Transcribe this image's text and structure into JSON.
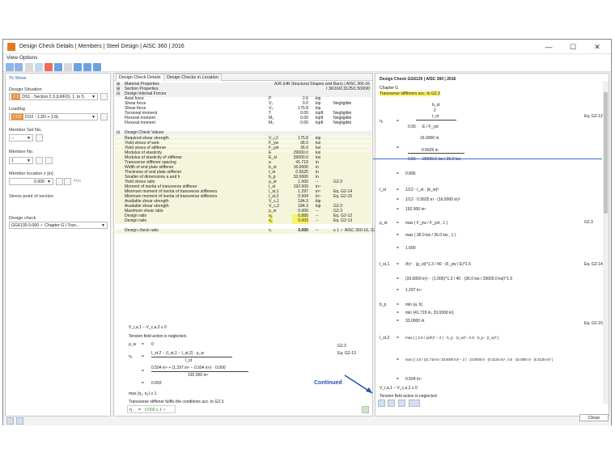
{
  "window": {
    "title": "Design Check Details | Members | Steel Design | AISC 360 | 2016",
    "min_label": "—",
    "max_label": "☐",
    "close_label": "✕"
  },
  "menu": [
    "View",
    "Options"
  ],
  "left_panel": {
    "to_show": "To Show",
    "design_situation_label": "Design Situation",
    "design_situation_tag": "2.3",
    "design_situation_value": "DS1 - Section 2.3 (LRFD), 1. to 5.",
    "loading_label": "Loading",
    "loading_tag": "CO2",
    "loading_value": "CO2 - 1.2D + 1.6L",
    "member_set_label": "Member Set No.",
    "member_set_value": "--",
    "member_label": "Member No.",
    "member_value": "1",
    "member_location_label": "Member location x [in]",
    "member_location_value": "0.000",
    "member_location_unit": "Min",
    "stress_point_label": "Stress point of section",
    "design_check_label": "Design check",
    "design_check_value": "GG6130  0.000  ✓  Chapter G | Tran..."
  },
  "mid_panel": {
    "tabs": [
      "Design Check Details",
      "Design Checks in Location"
    ],
    "rows": [
      {
        "type": "grp",
        "c0": "⊞",
        "c1": "Material Properties",
        "c5": "A36 (HR Structural Shapes and Bars) | AISC 360-16"
      },
      {
        "type": "grp",
        "c0": "⊞",
        "c1": "Section Properties",
        "c5": "I 36/16/0.3125/1.5000/0"
      },
      {
        "type": "grp",
        "c0": "⊟",
        "c1": "Design Internal Forces"
      },
      {
        "type": "item",
        "c1": "Axial force",
        "c2": "P",
        "c3": "2.6",
        "c4": "kip"
      },
      {
        "type": "item",
        "c1": "Shear force",
        "c2": "V₂",
        "c3": "0.0",
        "c4": "kip",
        "c5": "Negligible"
      },
      {
        "type": "item",
        "c1": "Shear force",
        "c2": "V₃",
        "c3": "175.8",
        "c4": "kip"
      },
      {
        "type": "item",
        "c1": "Torsional moment",
        "c2": "T",
        "c3": "0.00",
        "c4": "kipft",
        "c5": "Negligible"
      },
      {
        "type": "item",
        "c1": "Flexural moment",
        "c2": "M₂",
        "c3": "0.00",
        "c4": "kipft",
        "c5": "Negligible"
      },
      {
        "type": "item",
        "c1": "Flexural moment",
        "c2": "M₃",
        "c3": "0.00",
        "c4": "kipft",
        "c5": "Negligible"
      },
      {
        "type": "blank"
      },
      {
        "type": "grp",
        "c0": "⊟",
        "c1": "Design Check Values"
      },
      {
        "type": "item",
        "c1": "Required shear strength",
        "c2": "V_r,2",
        "c3": "175.8",
        "c4": "kip"
      },
      {
        "type": "item",
        "c1": "Yield stress of web",
        "c2": "F_yw",
        "c3": "36.0",
        "c4": "ksi"
      },
      {
        "type": "item",
        "c1": "Yield stress of stiffener",
        "c2": "F_yst",
        "c3": "36.0",
        "c4": "ksi"
      },
      {
        "type": "item",
        "c1": "Modulus of elasticity",
        "c2": "E",
        "c3": "29000.0",
        "c4": "ksi"
      },
      {
        "type": "item",
        "c1": "Modulus of elasticity of stiffener",
        "c2": "E_st",
        "c3": "29000.0",
        "c4": "ksi"
      },
      {
        "type": "item",
        "c1": "Transverse stiffener spacing",
        "c2": "a",
        "c3": "41.719",
        "c4": "in"
      },
      {
        "type": "item",
        "c1": "Width of end plate stiffener",
        "c2": "b_st",
        "c3": "16.0000",
        "c4": "in"
      },
      {
        "type": "item",
        "c1": "Thickness of end plate stiffener",
        "c2": "t_st",
        "c3": "0.5625",
        "c4": "in"
      },
      {
        "type": "item",
        "c1": "Smaller of dimensions a and h",
        "c2": "b_p",
        "c3": "33.0000",
        "c4": "in"
      },
      {
        "type": "item",
        "c1": "Yield stress ratio",
        "c2": "ρ_st",
        "c3": "1.000",
        "c4": "--",
        "c5": "G2.3"
      },
      {
        "type": "item",
        "c1": "Moment of inertia of transverse stiffener",
        "c2": "I_st",
        "c3": "192.000",
        "c4": "in⁴"
      },
      {
        "type": "item",
        "c1": "Minimum moment of inertia of transverse stiffeners",
        "c2": "I_st,1",
        "c3": "1.297",
        "c4": "in⁴",
        "c5": "Eq. G2-14"
      },
      {
        "type": "item",
        "c1": "Minimum moment of inertia of transverse stiffeners",
        "c2": "I_st,2",
        "c3": "0.504",
        "c4": "in⁴",
        "c5": "Eq. G2-15"
      },
      {
        "type": "item",
        "c1": "Available shear strength",
        "c2": "V_c,1",
        "c3": "184.3",
        "c4": "kip"
      },
      {
        "type": "item",
        "c1": "Available shear strength",
        "c2": "V_c,2",
        "c3": "184.3",
        "c4": "kip",
        "c5": "G2.3"
      },
      {
        "type": "item",
        "c1": "Maximum shear ratio",
        "c2": "ρ_w",
        "c3": "0.000",
        "c4": "--",
        "c5": "G2.3"
      },
      {
        "type": "hl",
        "c1": "Design ratio",
        "c2": "η₁",
        "c3": "0.895",
        "c4": "--",
        "c5": "Eq. G2-12"
      },
      {
        "type": "hl",
        "c1": "Design ratio",
        "c2": "η₂",
        "c3": "0.003",
        "c4": "--",
        "c5": "Eq. G2-13"
      },
      {
        "type": "blank"
      },
      {
        "type": "check",
        "c1": "Design check ratio",
        "c2": "η",
        "c3": "0.000",
        "c4": "--",
        "c5": "≤ 1  ✓  AISC 360-16, G2.3"
      }
    ],
    "formulas": {
      "l1": "V_r,a,1  −  V_c,a,2  ≤  0",
      "l2": "Tension field action is neglected.",
      "l3a": "ρ_w",
      "l3b": "=",
      "l3c": "0",
      "l4a": "η₂",
      "l4b": "=",
      "l4c": "I_st,2  −  (I_st,1  −  I_st,2) · ρ_w",
      "l4d": "I_st",
      "l5a": "=",
      "l5b": "0.504 in⁴  +  (1.297 in⁴  −  0.504 in⁴) · 0.000",
      "l5c": "192.000 in⁴",
      "l6a": "=",
      "l6b": "0.003",
      "l7": "max {η₁, η₂}  ≤  1",
      "l8": "Transverse stiffener fulfils the conditions acc. to G2.3.",
      "l9a": "η",
      "l9b": "=",
      "l9c": "0.000  ≤  1  ✓",
      "ref1": "G2.3",
      "ref2": "Eq. G2-13"
    },
    "continued": "Continued"
  },
  "right_panel": {
    "header": "Design Check GG6130 | AISC 360 | 2016",
    "chapter": "Chapter G",
    "subtitle": "Transverse stiffeners acc. to G2.3",
    "eta1": "η₁",
    "eq": "=",
    "b_st_over_t": "b_st",
    "frac2": "2",
    "tst": "t_st",
    "coef056": "0.56 ·",
    "sqrt1": "E / F_yst",
    "val16": "16.0000 in",
    "val05625": "0.5625 in",
    "sqrt2": "29000.0 ksi / 36.0 ksi",
    "res0895": "0.895",
    "eqg212": "Eq. G2-12",
    "ist_label": "I_st",
    "ist_f1": "1/12 · t_st · (b_st)³",
    "ist_f2": "1/12 · 0.5625 in · (16.0000 in)³",
    "ist_res": "192.000 in⁴",
    "rho_label": "ρ_st",
    "rho_f1": "max ( F_yw / F_yst , 1 )",
    "rho_f2": "max ( 36.0 ksi / 36.0 ksi , 1 )",
    "rho_res": "1.000",
    "g23": "G2.3",
    "ist1_label": "I_st,1",
    "ist1_f1": "(h)⁴ · (ρ_st)^1.3 / 40 · (F_yw / E)^1.5",
    "ist1_f2": "(33.0000 in)⁴ · (1.000)^1.3 / 40 · (36.0 ksi / 29000.0 ksi)^1.5",
    "ist1_res": "1.297 in⁴",
    "eqg214": "Eq. G2-14",
    "bp_label": "b_p",
    "bp_f1": "min (a, h)",
    "bp_f2": "min (41.719 in, 33.0000 in)",
    "bp_res": "33.0000 in",
    "ist2_label": "I_st,2",
    "ist2_f1": "max [ ( 2.5 / (a/h)² − 2 ) · b_p · (t_w)³ , 0.5 · b_p · (t_w)³ ]",
    "ist2_f2": "max [ ( 2.5 / (41.719 in / 33.0000 in)² − 2 ) · 33.0000 in · (0.3125 in)³ , 0.5 · 33.0000 in · (0.3125 in)³ ]",
    "ist2_res": "0.504 in⁴",
    "eqg215": "Eq. G2-15",
    "vr_line": "V_r,a,1  −  V_c,a,2  ≤  0",
    "tension": "Tension field action is neglected."
  },
  "footer": {
    "close": "Close"
  },
  "colors": {
    "accent": "#f08b2a",
    "highlight": "#f7f36a",
    "link": "#2b4fb0"
  }
}
